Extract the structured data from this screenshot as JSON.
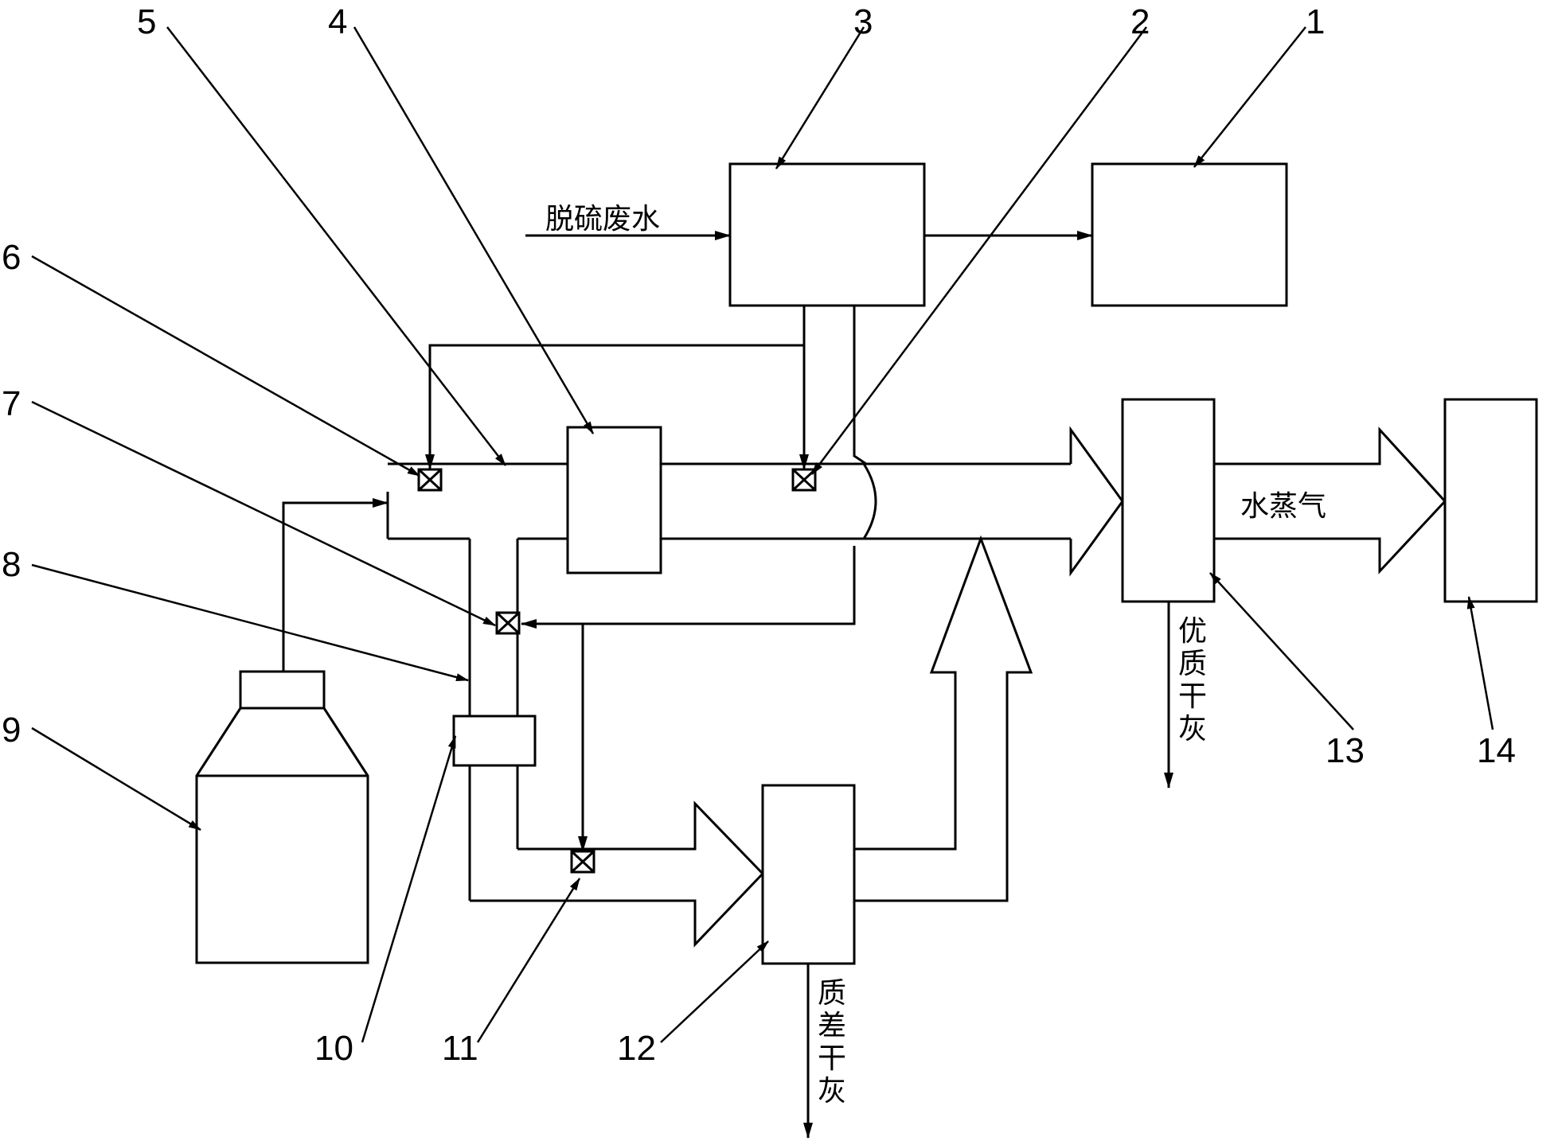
{
  "labels": {
    "n1": "1",
    "n2": "2",
    "n3": "3",
    "n4": "4",
    "n5": "5",
    "n6": "6",
    "n7": "7",
    "n8": "8",
    "n9": "9",
    "n10": "10",
    "n11": "11",
    "n12": "12",
    "n13": "13",
    "n14": "14"
  },
  "flows": {
    "wastewater": "脱硫废水",
    "steam": "水蒸气",
    "good_ash": [
      "优",
      "质",
      "干",
      "灰"
    ],
    "poor_ash": [
      "质",
      "差",
      "干",
      "灰"
    ]
  }
}
